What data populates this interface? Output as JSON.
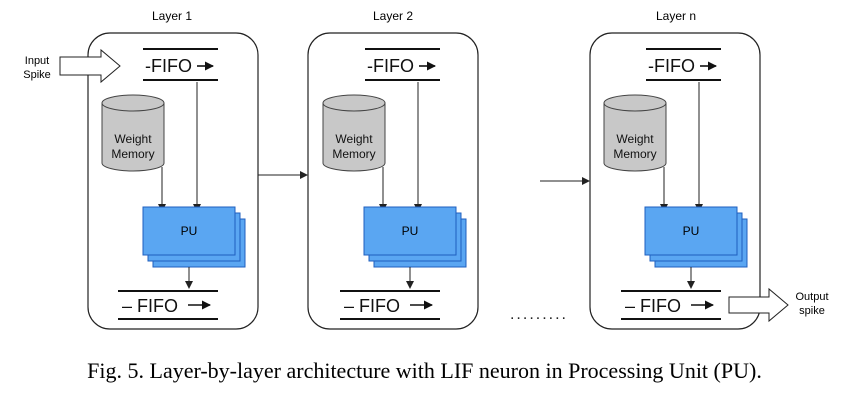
{
  "layers": [
    {
      "title": "Layer 1",
      "fifo_in": "-FIFO",
      "fifo_out": "– FIFO",
      "memory_line1": "Weight",
      "memory_line2": "Memory",
      "pu": "PU"
    },
    {
      "title": "Layer 2",
      "fifo_in": "-FIFO",
      "fifo_out": "– FIFO",
      "memory_line1": "Weight",
      "memory_line2": "Memory",
      "pu": "PU"
    },
    {
      "title": "Layer n",
      "fifo_in": "-FIFO",
      "fifo_out": "– FIFO",
      "memory_line1": "Weight",
      "memory_line2": "Memory",
      "pu": "PU"
    }
  ],
  "input": {
    "line1": "Input",
    "line2": "Spike"
  },
  "output": {
    "line1": "Output",
    "line2": "spike"
  },
  "ellipsis": ".........",
  "caption": "Fig. 5.  Layer-by-layer architecture with LIF neuron in Processing Unit (PU).",
  "colors": {
    "pu_fill": "#5aa6f2",
    "pu_stroke": "#1f5fbf",
    "memory_fill": "#c8c8c8",
    "stroke": "#222222"
  }
}
